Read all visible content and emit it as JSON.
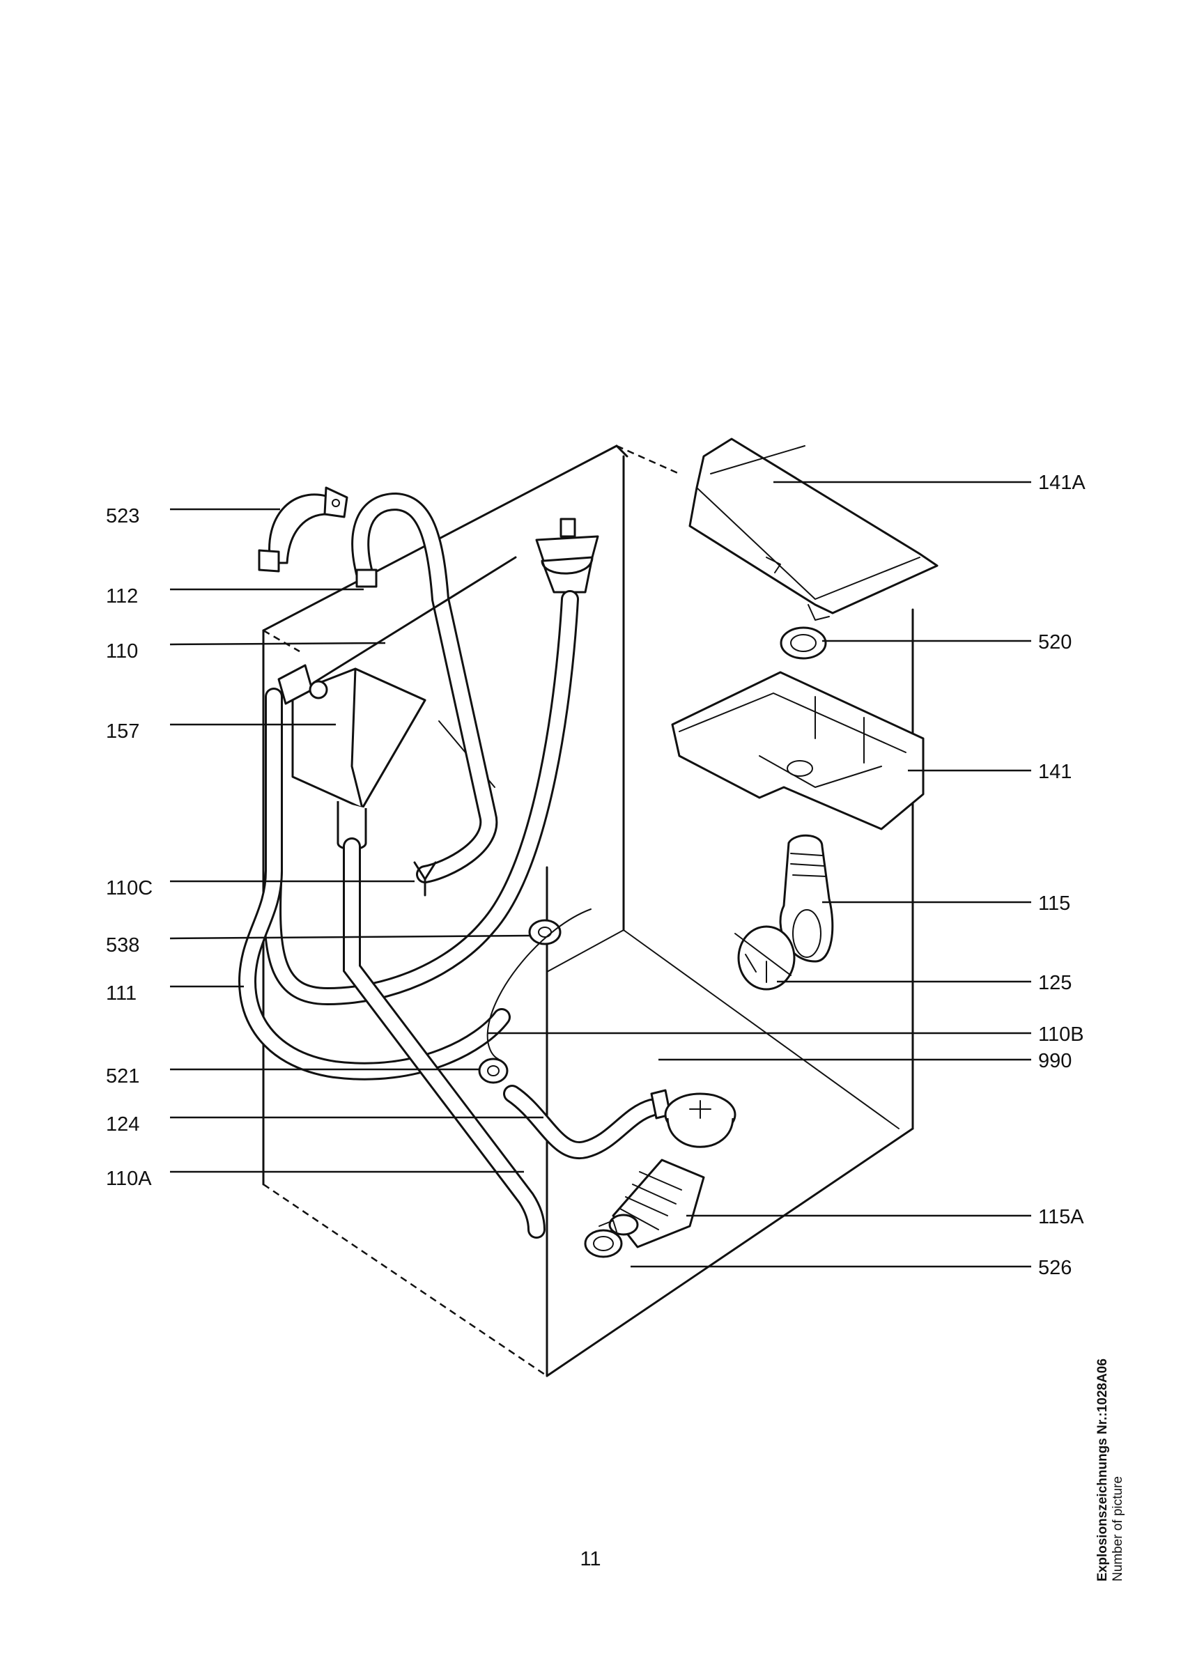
{
  "labels_left": [
    "523",
    "112",
    "110",
    "157",
    "110C",
    "538",
    "111",
    "521",
    "124",
    "110A"
  ],
  "labels_right": [
    "141A",
    "520",
    "141",
    "115",
    "125",
    "110B",
    "990",
    "115A",
    "526"
  ],
  "page_number": "11",
  "picture_reference": {
    "title": "Explosionszeichnungs Nr.:1028A06",
    "subtitle": "Number of picture"
  }
}
